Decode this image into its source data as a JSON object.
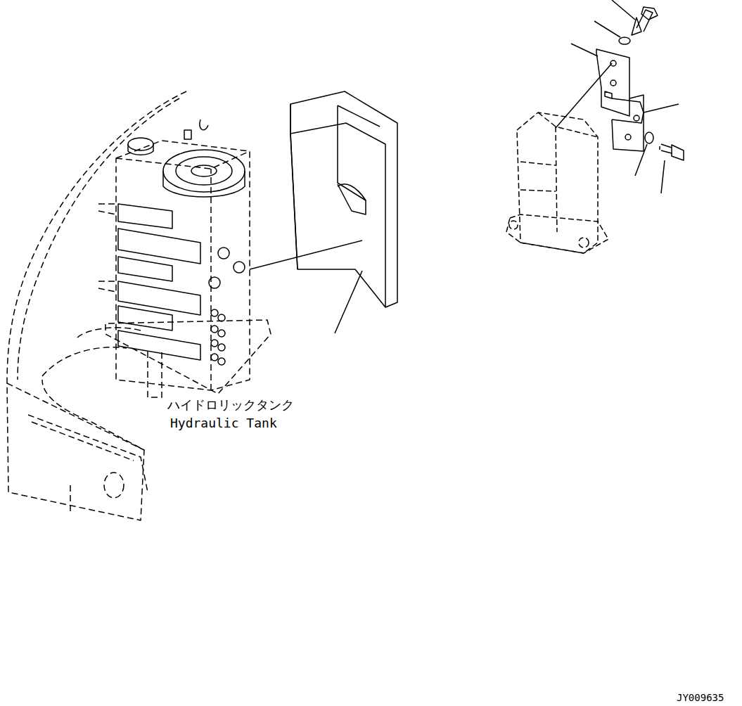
{
  "diagram": {
    "labels": [
      "ハイドロリックタンク",
      "Hydraulic Tank",
      "JY009635"
    ]
  }
}
